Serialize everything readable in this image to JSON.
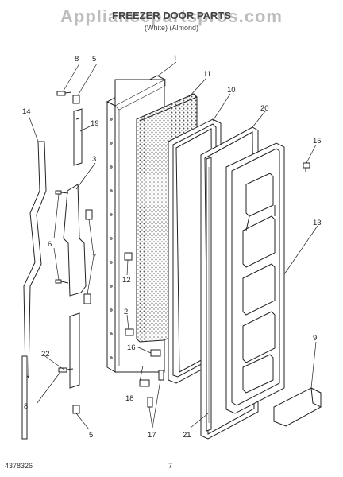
{
  "header": {
    "watermark": "Appliancepartspros.com",
    "title": "FREEZER DOOR PARTS",
    "subtitle": "(White)            (Almond)"
  },
  "footer": {
    "doc_number": "4378326",
    "page_number": "7"
  },
  "callouts": {
    "c1": "1",
    "c2": "2",
    "c3": "3",
    "c5a": "5",
    "c5b": "5",
    "c6": "6",
    "c7": "7",
    "c8a": "8",
    "c8b": "8",
    "c9": "9",
    "c10": "10",
    "c11": "11",
    "c12": "12",
    "c13": "13",
    "c14": "14",
    "c15": "15",
    "c16": "16",
    "c17": "17",
    "c18": "18",
    "c19": "19",
    "c20": "20",
    "c21": "21",
    "c22": "22"
  },
  "colors": {
    "line": "#222222",
    "watermark": "#bdbdbd"
  }
}
